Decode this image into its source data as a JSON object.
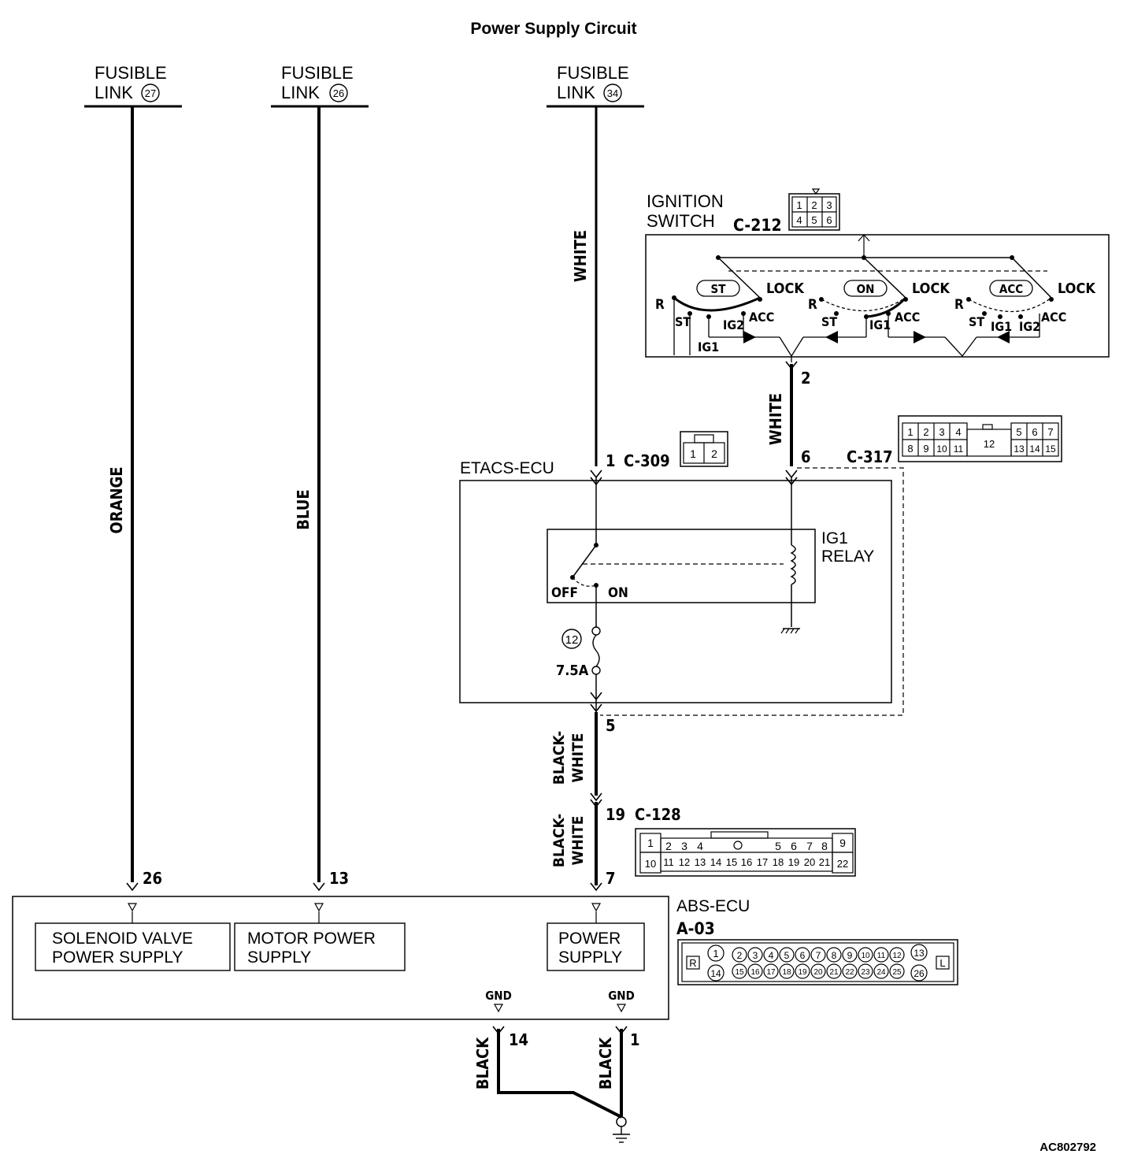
{
  "title": "Power Supply Circuit",
  "figure_id": "AC802792",
  "fusible_links": [
    {
      "line1": "FUSIBLE",
      "line2": "LINK",
      "number": "27"
    },
    {
      "line1": "FUSIBLE",
      "line2": "LINK",
      "number": "26"
    },
    {
      "line1": "FUSIBLE",
      "line2": "LINK",
      "number": "34"
    }
  ],
  "wires": {
    "orange": "ORANGE",
    "blue": "BLUE",
    "white_main": "WHITE",
    "white_ign": "WHITE",
    "bw1_line1": "BLACK-",
    "bw1_line2": "WHITE",
    "bw2_line1": "BLACK-",
    "bw2_line2": "WHITE",
    "black1": "BLACK",
    "black2": "BLACK"
  },
  "ignition": {
    "line1": "IGNITION",
    "line2": "SWITCH",
    "connector": "C-212",
    "connector_pins": [
      "1",
      "2",
      "3",
      "4",
      "5",
      "6"
    ],
    "out_pin": "2",
    "pos_st": "ST",
    "pos_on": "ON",
    "pos_acc": "ACC",
    "lock": "LOCK",
    "r": "R",
    "st": "ST",
    "ig1": "IG1",
    "ig2": "IG2",
    "acc": "ACC"
  },
  "etacs": {
    "label": "ETACS-ECU",
    "pin_in": "1",
    "connector_in": "C-309",
    "connector_in_pins": [
      "1",
      "2"
    ],
    "pin_ign": "6",
    "connector_ign": "C-317",
    "c317_pins_top": [
      "1",
      "2",
      "3",
      "4",
      "5",
      "6",
      "7"
    ],
    "c317_pins_bottom": [
      "8",
      "9",
      "10",
      "11",
      "13",
      "14",
      "15"
    ],
    "c317_center": "12",
    "relay_line1": "IG1",
    "relay_line2": "RELAY",
    "off": "OFF",
    "on": "ON",
    "fuse_no": "12",
    "fuse_rating": "7.5A",
    "pin_out": "5"
  },
  "c128": {
    "pin": "19",
    "connector": "C-128",
    "pins_top": [
      "1",
      "2",
      "3",
      "4",
      "5",
      "6",
      "7",
      "8",
      "9"
    ],
    "pins_bottom": [
      "10",
      "11",
      "12",
      "13",
      "14",
      "15",
      "16",
      "17",
      "18",
      "19",
      "20",
      "21",
      "22"
    ]
  },
  "abs": {
    "label": "ABS-ECU",
    "connector": "A-03",
    "pins_in": [
      "26",
      "13",
      "7"
    ],
    "box1_line1": "SOLENOID VALVE",
    "box1_line2": "POWER SUPPLY",
    "box2_line1": "MOTOR POWER",
    "box2_line2": "SUPPLY",
    "box3_line1": "POWER",
    "box3_line2": "SUPPLY",
    "gnd1": "GND",
    "gnd2": "GND",
    "gnd_pin1": "14",
    "gnd_pin2": "1",
    "a03_top": [
      "1",
      "2",
      "3",
      "4",
      "5",
      "6",
      "7",
      "8",
      "9",
      "10",
      "11",
      "12",
      "13"
    ],
    "a03_bottom": [
      "14",
      "15",
      "16",
      "17",
      "18",
      "19",
      "20",
      "21",
      "22",
      "23",
      "24",
      "25",
      "26"
    ],
    "a03_left": "R",
    "a03_right": "L"
  }
}
